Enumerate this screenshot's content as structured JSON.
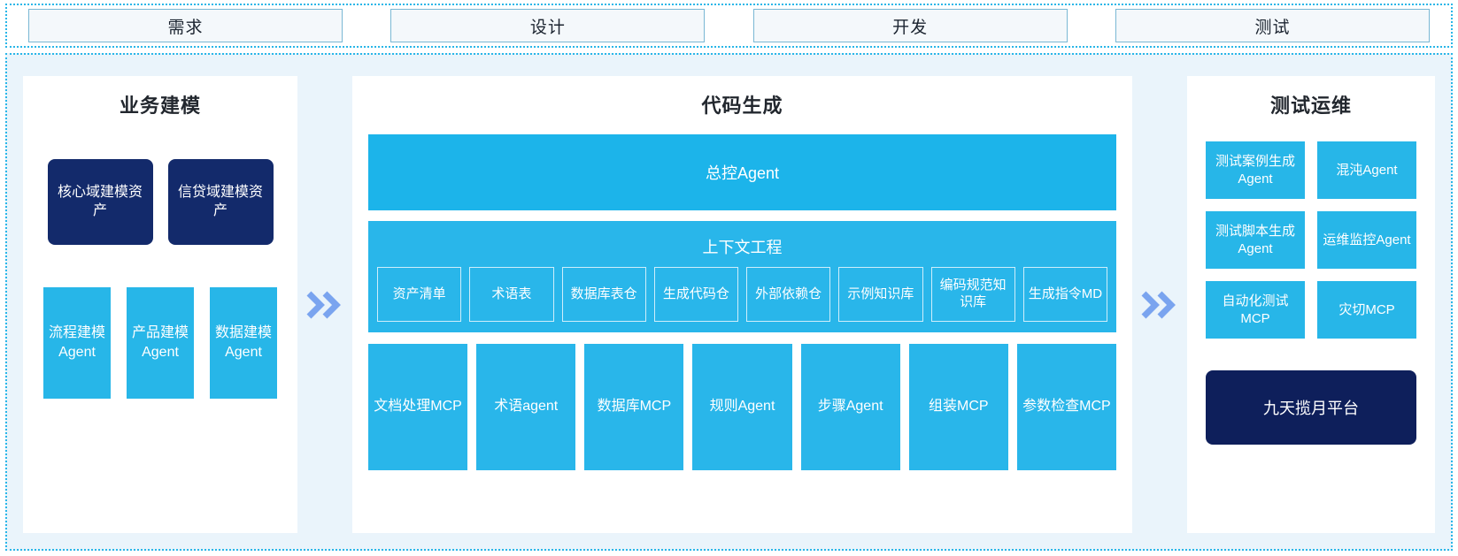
{
  "colors": {
    "accent_blue": "#29b6ea",
    "dark_navy": "#132a6b",
    "panel_bg": "#eaf4fb",
    "arrow": "#7aa4ef",
    "phase_box_bg": "#f4f8fb"
  },
  "phases": [
    {
      "label": "需求"
    },
    {
      "label": "设计"
    },
    {
      "label": "开发"
    },
    {
      "label": "测试"
    }
  ],
  "arrows": {
    "left_arrow_icon": "double-chevron-right-icon",
    "right_arrow_icon": "double-chevron-right-icon"
  },
  "left_panel": {
    "title": "业务建模",
    "assets": [
      {
        "label": "核心域建模资产"
      },
      {
        "label": "信贷域建模资产"
      }
    ],
    "agents": [
      {
        "label": "流程建模Agent"
      },
      {
        "label": "产品建模Agent"
      },
      {
        "label": "数据建模Agent"
      }
    ]
  },
  "center_panel": {
    "title": "代码生成",
    "controller": {
      "label": "总控Agent"
    },
    "context": {
      "title": "上下文工程",
      "items": [
        {
          "label": "资产清单"
        },
        {
          "label": "术语表"
        },
        {
          "label": "数据库表仓"
        },
        {
          "label": "生成代码仓"
        },
        {
          "label": "外部依赖仓"
        },
        {
          "label": "示例知识库"
        },
        {
          "label": "编码规范知识库"
        },
        {
          "label": "生成指令MD"
        }
      ]
    },
    "tools": [
      {
        "label": "文档处理MCP"
      },
      {
        "label": "术语agent"
      },
      {
        "label": "数据库MCP"
      },
      {
        "label": "规则Agent"
      },
      {
        "label": "步骤Agent"
      },
      {
        "label": "组装MCP"
      },
      {
        "label": "参数检查MCP"
      }
    ]
  },
  "right_panel": {
    "title": "测试运维",
    "items": [
      {
        "label": "测试案例生成Agent"
      },
      {
        "label": "混沌Agent"
      },
      {
        "label": "测试脚本生成Agent"
      },
      {
        "label": "运维监控Agent"
      },
      {
        "label": "自动化测试MCP"
      },
      {
        "label": "灾切MCP"
      }
    ],
    "platform": {
      "label": "九天揽月平台"
    }
  }
}
